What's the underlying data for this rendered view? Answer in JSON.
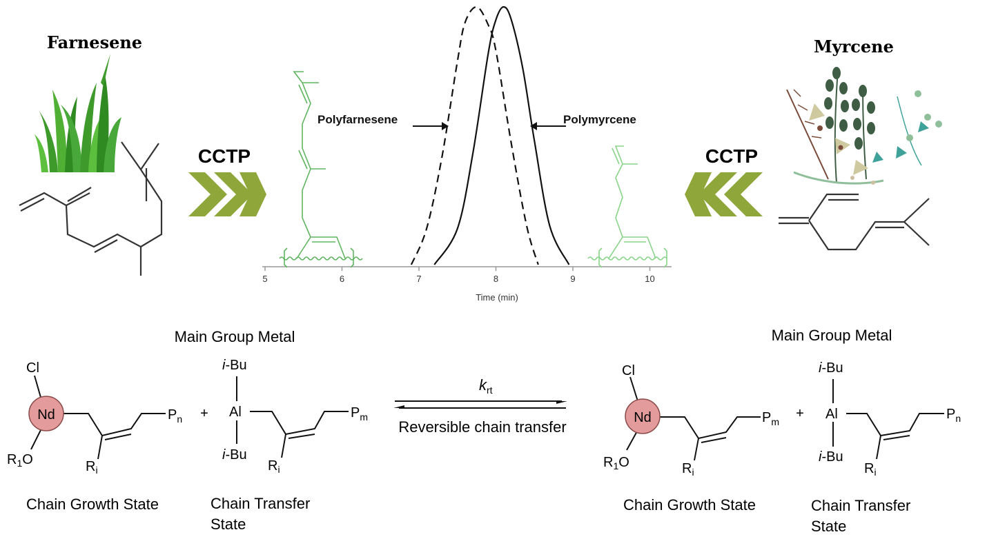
{
  "top": {
    "left_monomer": "Farnesene",
    "right_monomer": "Myrcene",
    "left_process": "CCTP",
    "right_process": "CCTP"
  },
  "chart_data": {
    "type": "line",
    "title": "",
    "xlabel": "Time (min)",
    "ylabel": "",
    "xlim": [
      5,
      10.3
    ],
    "x_ticks": [
      "5",
      "6",
      "7",
      "8",
      "9",
      "10"
    ],
    "grid": false,
    "series": [
      {
        "name": "Polyfarnesene",
        "style": "dashed",
        "x": [
          6.9,
          7.1,
          7.3,
          7.5,
          7.6,
          7.75,
          7.9,
          8.0,
          8.2,
          8.4,
          8.55
        ],
        "y": [
          0.0,
          0.14,
          0.42,
          0.79,
          0.94,
          1.0,
          0.93,
          0.83,
          0.47,
          0.15,
          0.0
        ]
      },
      {
        "name": "Polymyrcene",
        "style": "solid",
        "x": [
          7.2,
          7.5,
          7.7,
          7.9,
          8.0,
          8.1,
          8.2,
          8.35,
          8.5,
          8.7,
          8.95
        ],
        "y": [
          0.0,
          0.14,
          0.43,
          0.82,
          0.95,
          1.0,
          0.95,
          0.76,
          0.48,
          0.15,
          0.0
        ]
      }
    ]
  },
  "mechanism": {
    "left_metal_header": "Main Group Metal",
    "right_metal_header": "Main Group Metal",
    "arrow_rate": "k",
    "arrow_rate_sub": "rt",
    "arrow_label": "Reversible chain transfer",
    "plus": "+",
    "nd": "Nd",
    "al": "Al",
    "cl": "Cl",
    "ibu_prefix": "i",
    "ibu_suffix": "-Bu",
    "r1o_r": "R",
    "r1o_sub": "1",
    "r1o_o": "O",
    "ri_r": "R",
    "ri_sub": "i",
    "p_letter": "P",
    "sub_n": "n",
    "sub_m": "m",
    "growth_label": "Chain Growth State",
    "transfer_label_1": "Chain Transfer",
    "transfer_label_2": "State"
  },
  "colors": {
    "chevron": "#8fa63a",
    "nd_fill": "#e39b9b",
    "nd_stroke": "#8a4a4a",
    "polymer_green": "#5fb55f",
    "polymer_light": "#88d488",
    "leaf_green": "#3e9a2a",
    "herb_dark": "#3f5d44",
    "herb_teal": "#3ea29a",
    "herb_brown": "#7a4b3a"
  }
}
